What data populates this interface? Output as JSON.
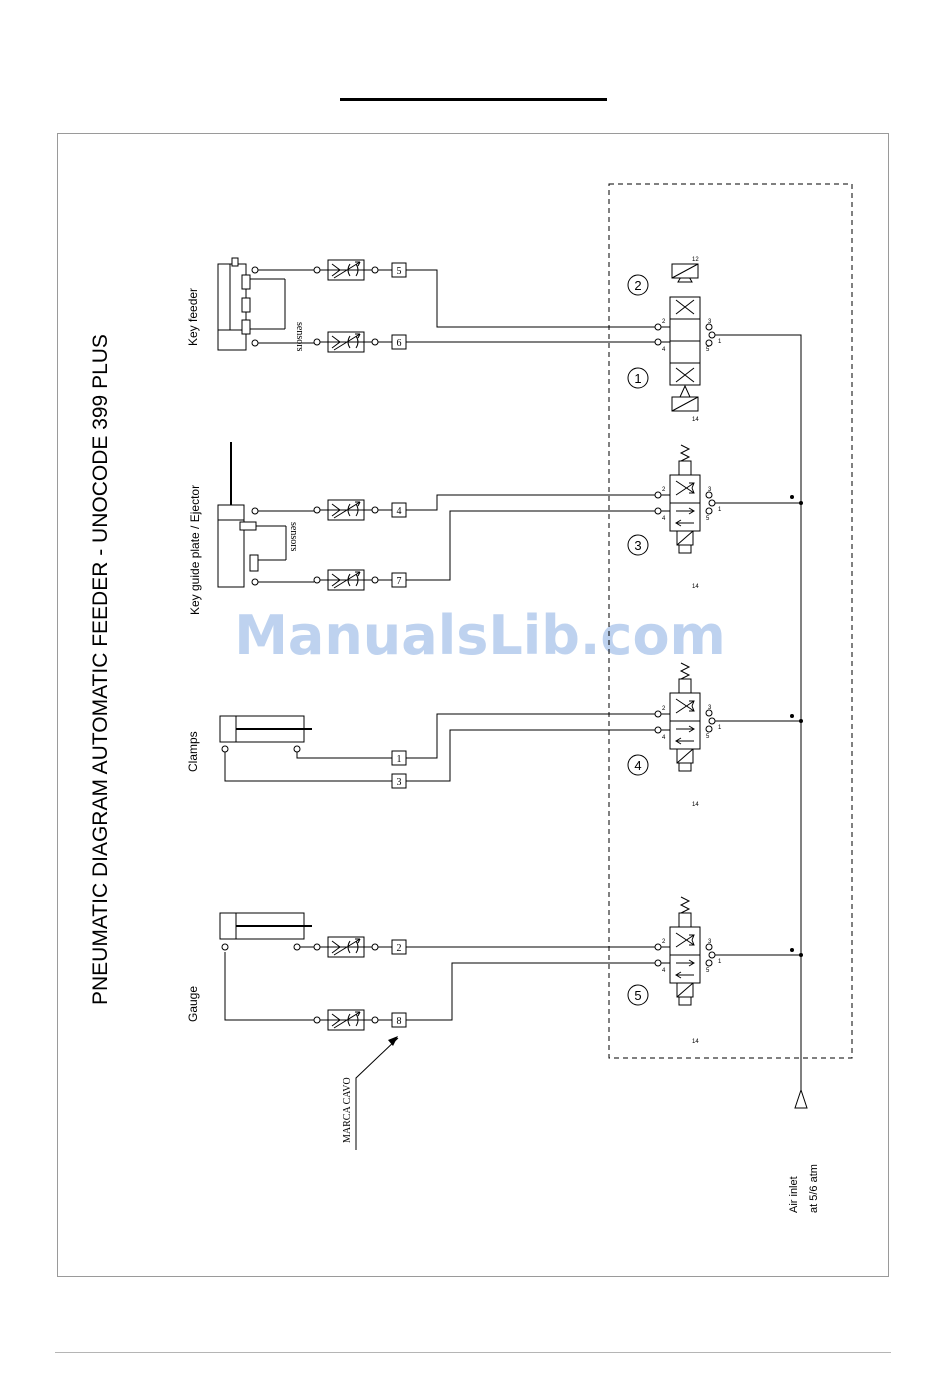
{
  "title": "PNEUMATIC DIAGRAM AUTOMATIC FEEDER - UNOCODE 399 PLUS",
  "watermark": "ManualsLib.com",
  "actuator_labels": {
    "key_feeder": "Key feeder",
    "key_guide": "Key guide plate / Ejector",
    "clamps": "Clamps",
    "gauge": "Gauge"
  },
  "sensors_label": "sensors",
  "marca_cavo": "MARCA CAVO",
  "air_inlet": [
    "Air inlet",
    "at 5/6 atm"
  ],
  "line_numbers": [
    "5",
    "6",
    "4",
    "7",
    "1",
    "3",
    "2",
    "8"
  ],
  "valve_numbers": [
    "2",
    "1",
    "3",
    "4",
    "5"
  ],
  "port_numbers": {
    "p1": "1",
    "p2": "2",
    "p3": "3",
    "p4": "4",
    "p5": "5",
    "p12": "12",
    "p14": "14"
  }
}
